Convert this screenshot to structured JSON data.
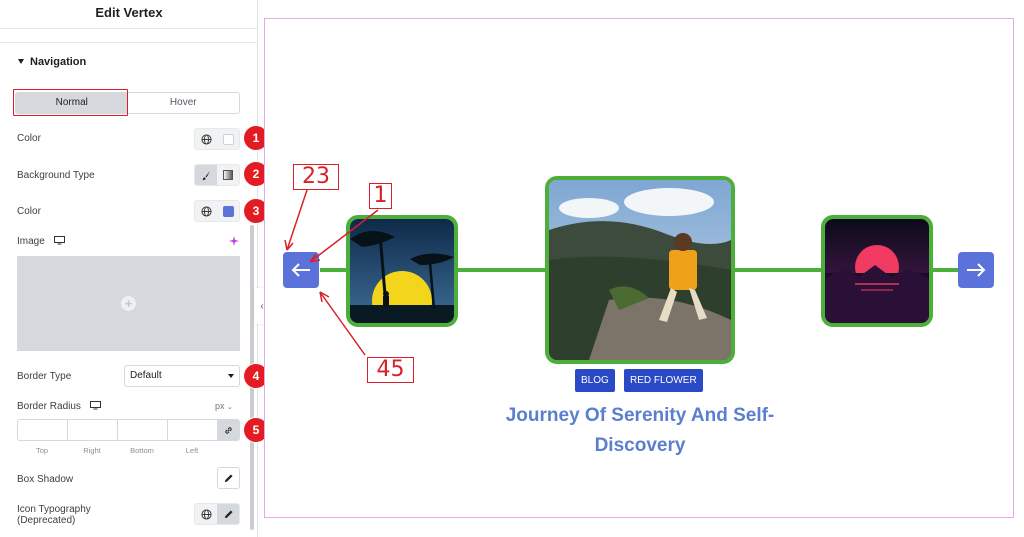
{
  "panel": {
    "title": "Edit Vertex",
    "section_title": "Navigation",
    "tabs": [
      {
        "label": "Normal",
        "active": true
      },
      {
        "label": "Hover",
        "active": false
      }
    ],
    "controls": {
      "color_label": "Color",
      "color_swatch": "#ffffff",
      "background_type_label": "Background Type",
      "bg_color_label": "Color",
      "bg_color_swatch": "#5b72db",
      "image_label": "Image",
      "border_type_label": "Border Type",
      "border_type_value": "Default",
      "border_radius_label": "Border Radius",
      "border_radius_unit": "px",
      "dimension_labels": [
        "Top",
        "Right",
        "Bottom",
        "Left"
      ],
      "box_shadow_label": "Box Shadow",
      "icon_typography_label": "Icon Typography (Deprecated)"
    },
    "icons": [
      "globe-icon",
      "brush-icon",
      "gradient-icon",
      "desktop-icon",
      "ai-sparkle-icon",
      "plus-icon",
      "link-icon",
      "pencil-icon",
      "chevron-left-icon"
    ]
  },
  "badges": [
    "1",
    "2",
    "3",
    "4",
    "5"
  ],
  "annotations": {
    "top_left": "23",
    "top_right": "1",
    "bottom": "45"
  },
  "preview": {
    "tags": [
      "BLOG",
      "RED FLOWER"
    ],
    "post_title": "Journey Of Serenity And Self-Discovery",
    "nav_icons": [
      "arrow-left-icon",
      "arrow-right-icon"
    ],
    "accent_color": "#4caf3a",
    "nav_color": "#5b72db",
    "tag_color": "#2a49c7",
    "title_color": "#5b7fcf"
  }
}
